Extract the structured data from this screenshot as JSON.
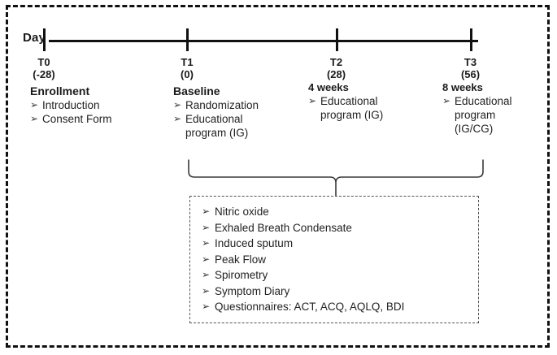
{
  "diagram": {
    "axis_label": "Day",
    "bullet_glyph": "➢",
    "timepoints": [
      {
        "code": "T0",
        "day": "(-28)",
        "week": "",
        "heading": "Enrollment",
        "items": [
          "Introduction",
          "Consent Form"
        ],
        "continuation": ""
      },
      {
        "code": "T1",
        "day": "(0)",
        "week": "",
        "heading": "Baseline",
        "items": [
          "Randomization",
          "Educational"
        ],
        "continuation": "program  (IG)"
      },
      {
        "code": "T2",
        "day": "(28)",
        "week": "4 weeks",
        "heading": "",
        "items": [
          "Educational"
        ],
        "continuation": "program  (IG)"
      },
      {
        "code": "T3",
        "day": "(56)",
        "week": "8 weeks",
        "heading": "",
        "items": [
          "Educational"
        ],
        "continuation": "program",
        "continuation2": "(IG/CG)"
      }
    ],
    "assessments": {
      "items": [
        "Nitric oxide",
        "Exhaled  Breath  Condensate",
        "Induced  sputum",
        "Peak Flow",
        "Spirometry",
        "Symptom  Diary",
        "Questionnaires:  ACT, ACQ,  AQLQ,  BDI"
      ]
    },
    "colors": {
      "line": "#111111",
      "text": "#1a1a1a",
      "box_border": "#555555"
    }
  }
}
